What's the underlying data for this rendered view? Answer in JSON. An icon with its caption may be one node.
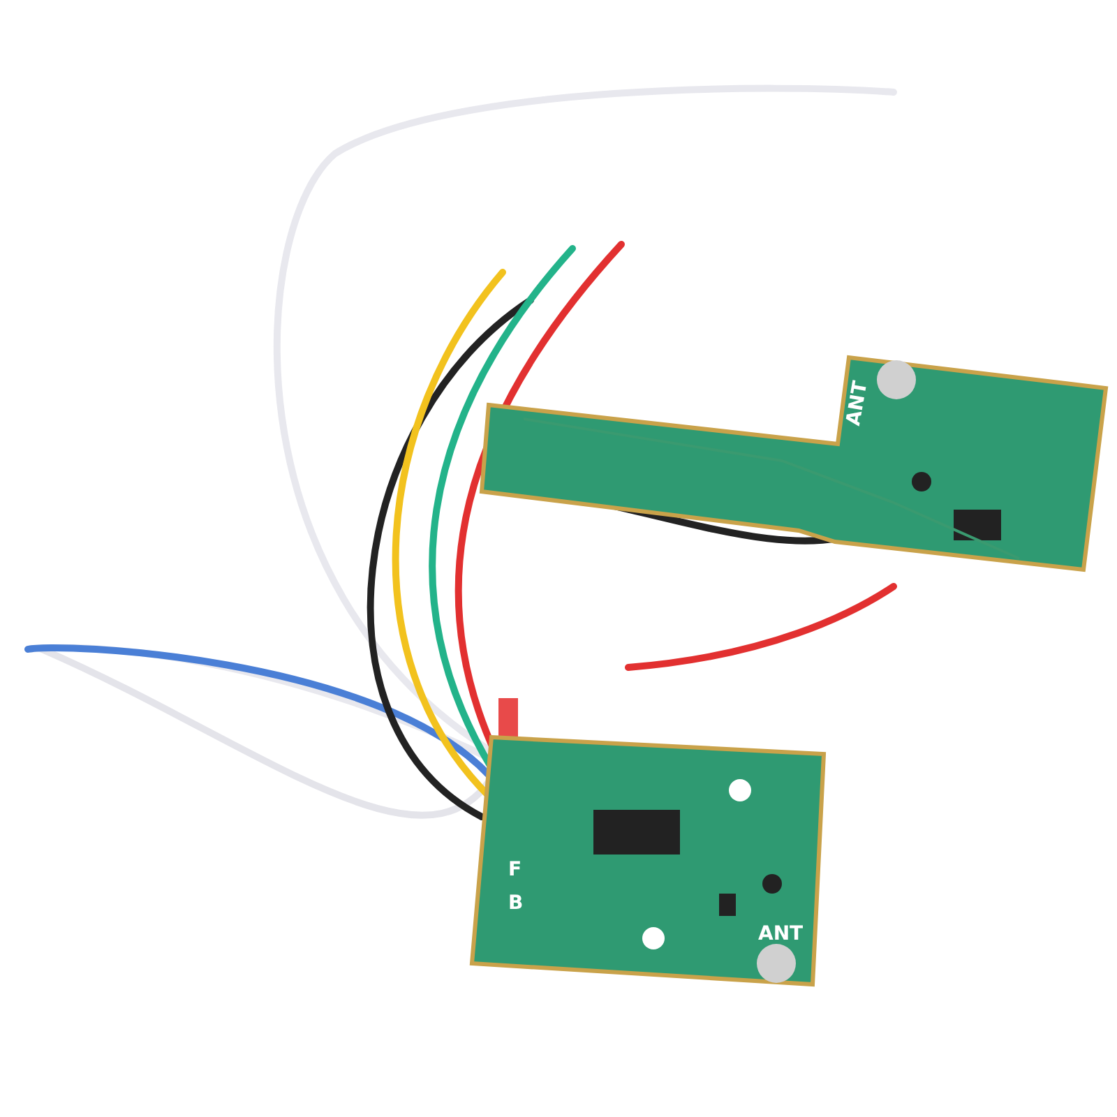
{
  "diagram": {
    "labels": [
      "ANT",
      "F",
      "B",
      "ANT"
    ]
  }
}
